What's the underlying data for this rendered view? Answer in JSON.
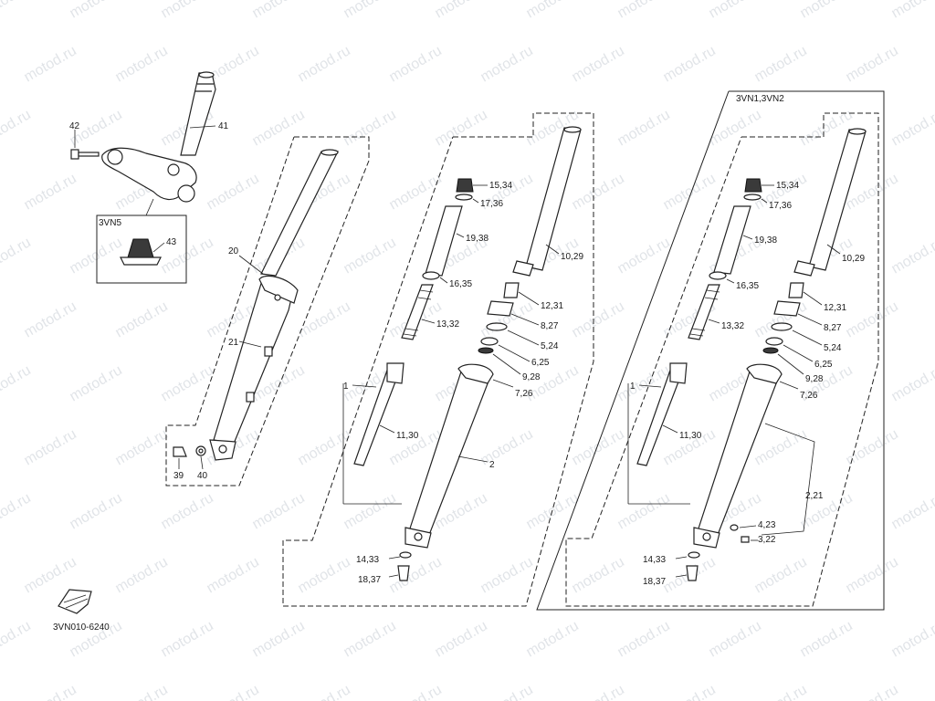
{
  "diagram": {
    "code": "3VN010-6240",
    "variant_labels": {
      "left": "3VN5",
      "right": "3VN1,3VN2"
    },
    "callouts": {
      "n42": "42",
      "n41": "41",
      "n43": "43",
      "n20": "20",
      "n21": "21",
      "n39": "39",
      "n40": "40",
      "m15": "15,34",
      "m17": "17,36",
      "m19": "19,38",
      "m16": "16,35",
      "m13": "13,32",
      "m10": "10,29",
      "m12": "12,31",
      "m8": "8,27",
      "m5": "5,24",
      "m6": "6,25",
      "m9": "9,28",
      "m7": "7,26",
      "m1": "1",
      "m11": "11,30",
      "m2": "2",
      "m14": "14,33",
      "m18": "18,37",
      "r15": "15,34",
      "r17": "17,36",
      "r19": "19,38",
      "r16": "16,35",
      "r13": "13,32",
      "r10": "10,29",
      "r12": "12,31",
      "r8": "8,27",
      "r5": "5,24",
      "r6": "6,25",
      "r9": "9,28",
      "r7": "7,26",
      "r1": "1",
      "r11": "11,30",
      "r2": "2,21",
      "r4": "4,23",
      "r3": "3,22",
      "r14": "14,33",
      "r18": "18,37"
    },
    "watermark": "motod.ru"
  }
}
